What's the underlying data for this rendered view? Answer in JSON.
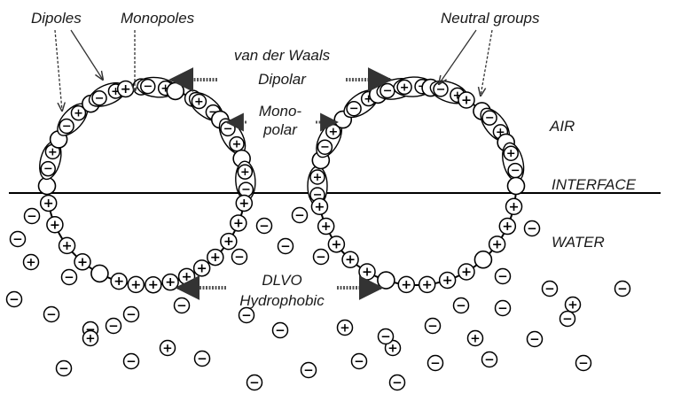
{
  "labels": {
    "dipoles": "Dipoles",
    "monopoles": "Monopoles",
    "neutral_groups": "Neutral groups",
    "van_der_waals": "van der Waals",
    "dipolar": "Dipolar",
    "mono_line1": "Mono-",
    "mono_line2": "polar",
    "air": "AIR",
    "interface": "INTERFACE",
    "water": "WATER",
    "dlvo": "DLVO",
    "hydrophobic": "Hydrophobic"
  },
  "symbols": {
    "plus": "+",
    "minus": "−"
  },
  "colors": {
    "ink": "#1a1a1a",
    "arrow": "#555555",
    "background": "#ffffff"
  }
}
